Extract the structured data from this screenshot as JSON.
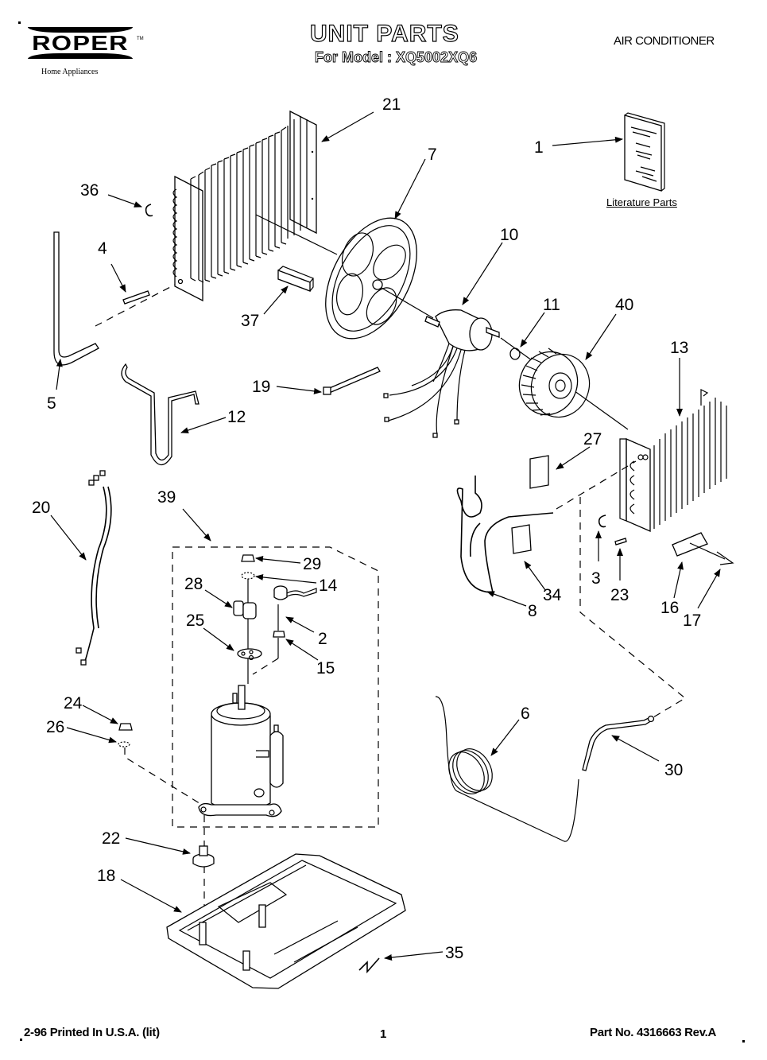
{
  "header": {
    "brand": "ROPER",
    "brand_tagline": "Home Appliances",
    "brand_tm": "TM",
    "title": "UNIT PARTS",
    "model_label": "For Model :",
    "model_number": "XQ5002XQ6",
    "category": "AIR CONDITIONER"
  },
  "literature": {
    "label": "Literature Parts"
  },
  "callouts": [
    {
      "id": "1",
      "label": "1",
      "part": "literature"
    },
    {
      "id": "2",
      "label": "2",
      "part": "overload-protector"
    },
    {
      "id": "3",
      "label": "3",
      "part": "clip"
    },
    {
      "id": "4",
      "label": "4",
      "part": "sensor"
    },
    {
      "id": "5",
      "label": "5",
      "part": "tube"
    },
    {
      "id": "6",
      "label": "6",
      "part": "capillary-coil"
    },
    {
      "id": "7",
      "label": "7",
      "part": "fan-blade"
    },
    {
      "id": "8",
      "label": "8",
      "part": "tube-assembly"
    },
    {
      "id": "10",
      "label": "10",
      "part": "fan-motor"
    },
    {
      "id": "11",
      "label": "11",
      "part": "nut"
    },
    {
      "id": "12",
      "label": "12",
      "part": "tube"
    },
    {
      "id": "13",
      "label": "13",
      "part": "evaporator"
    },
    {
      "id": "14",
      "label": "14",
      "part": "washer"
    },
    {
      "id": "15",
      "label": "15",
      "part": "grommet"
    },
    {
      "id": "16",
      "label": "16",
      "part": "bracket"
    },
    {
      "id": "17",
      "label": "17",
      "part": "screw"
    },
    {
      "id": "18",
      "label": "18",
      "part": "base-pan"
    },
    {
      "id": "19",
      "label": "19",
      "part": "cable-tie"
    },
    {
      "id": "20",
      "label": "20",
      "part": "wire-harness"
    },
    {
      "id": "21",
      "label": "21",
      "part": "condenser"
    },
    {
      "id": "22",
      "label": "22",
      "part": "grommet"
    },
    {
      "id": "23",
      "label": "23",
      "part": "clip"
    },
    {
      "id": "24",
      "label": "24",
      "part": "nut"
    },
    {
      "id": "25",
      "label": "25",
      "part": "terminal-cover"
    },
    {
      "id": "26",
      "label": "26",
      "part": "washer"
    },
    {
      "id": "27",
      "label": "27",
      "part": "insulation"
    },
    {
      "id": "28",
      "label": "28",
      "part": "capacitor"
    },
    {
      "id": "29",
      "label": "29",
      "part": "nut"
    },
    {
      "id": "30",
      "label": "30",
      "part": "tube"
    },
    {
      "id": "34",
      "label": "34",
      "part": "insulation"
    },
    {
      "id": "35",
      "label": "35",
      "part": "clip"
    },
    {
      "id": "36",
      "label": "36",
      "part": "clip"
    },
    {
      "id": "37",
      "label": "37",
      "part": "foam-block"
    },
    {
      "id": "39",
      "label": "39",
      "part": "compressor-assembly"
    },
    {
      "id": "40",
      "label": "40",
      "part": "blower-wheel"
    }
  ],
  "footer": {
    "print_info": "2-96 Printed In U.S.A. (lit)",
    "page_number": "1",
    "part_number": "Part No. 4316663 Rev.A"
  }
}
